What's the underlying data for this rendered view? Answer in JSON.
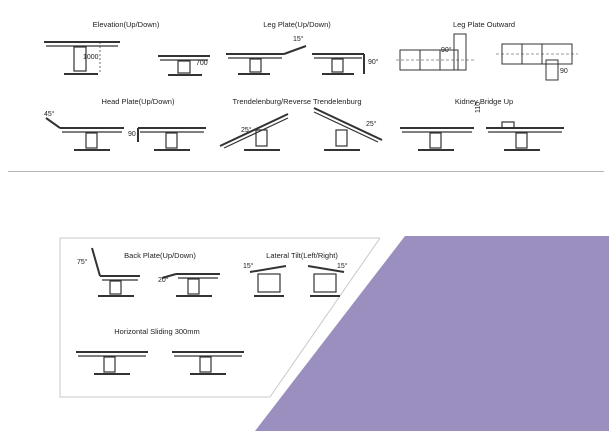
{
  "top_section": {
    "elevation": {
      "title": "Elevation(Up/Down)",
      "dim_high": "1000",
      "dim_low": "700"
    },
    "leg_plate": {
      "title": "Leg Plate(Up/Down)",
      "angle_up": "15°",
      "angle_down": "90°"
    },
    "leg_outward": {
      "title": "Leg Plate Outward",
      "angle_a": "90°",
      "angle_b": "90"
    },
    "head_plate": {
      "title": "Head Plate(Up/Down)",
      "angle_up": "45°",
      "angle_down": "90"
    },
    "trendelenburg": {
      "title": "Trendelenburg/Reverse Trendelenburg",
      "angle_a": "25°",
      "angle_b": "25°"
    },
    "kidney_bridge": {
      "title": "Kidney Bridge Up",
      "dim": "110"
    }
  },
  "bottom_panel": {
    "back_plate": {
      "title": "Back Plate(Up/Down)",
      "angle_up": "75°",
      "angle_down": "20°"
    },
    "lateral_tilt": {
      "title": "Lateral Tilt(Left/Right)",
      "angle_left": "15°",
      "angle_right": "15°"
    },
    "sliding": {
      "title": "Horizontal Sliding 300mm"
    }
  },
  "colors": {
    "accent_purple": "#9b8fbf",
    "line": "#333333",
    "divider": "#b5b5b5"
  }
}
